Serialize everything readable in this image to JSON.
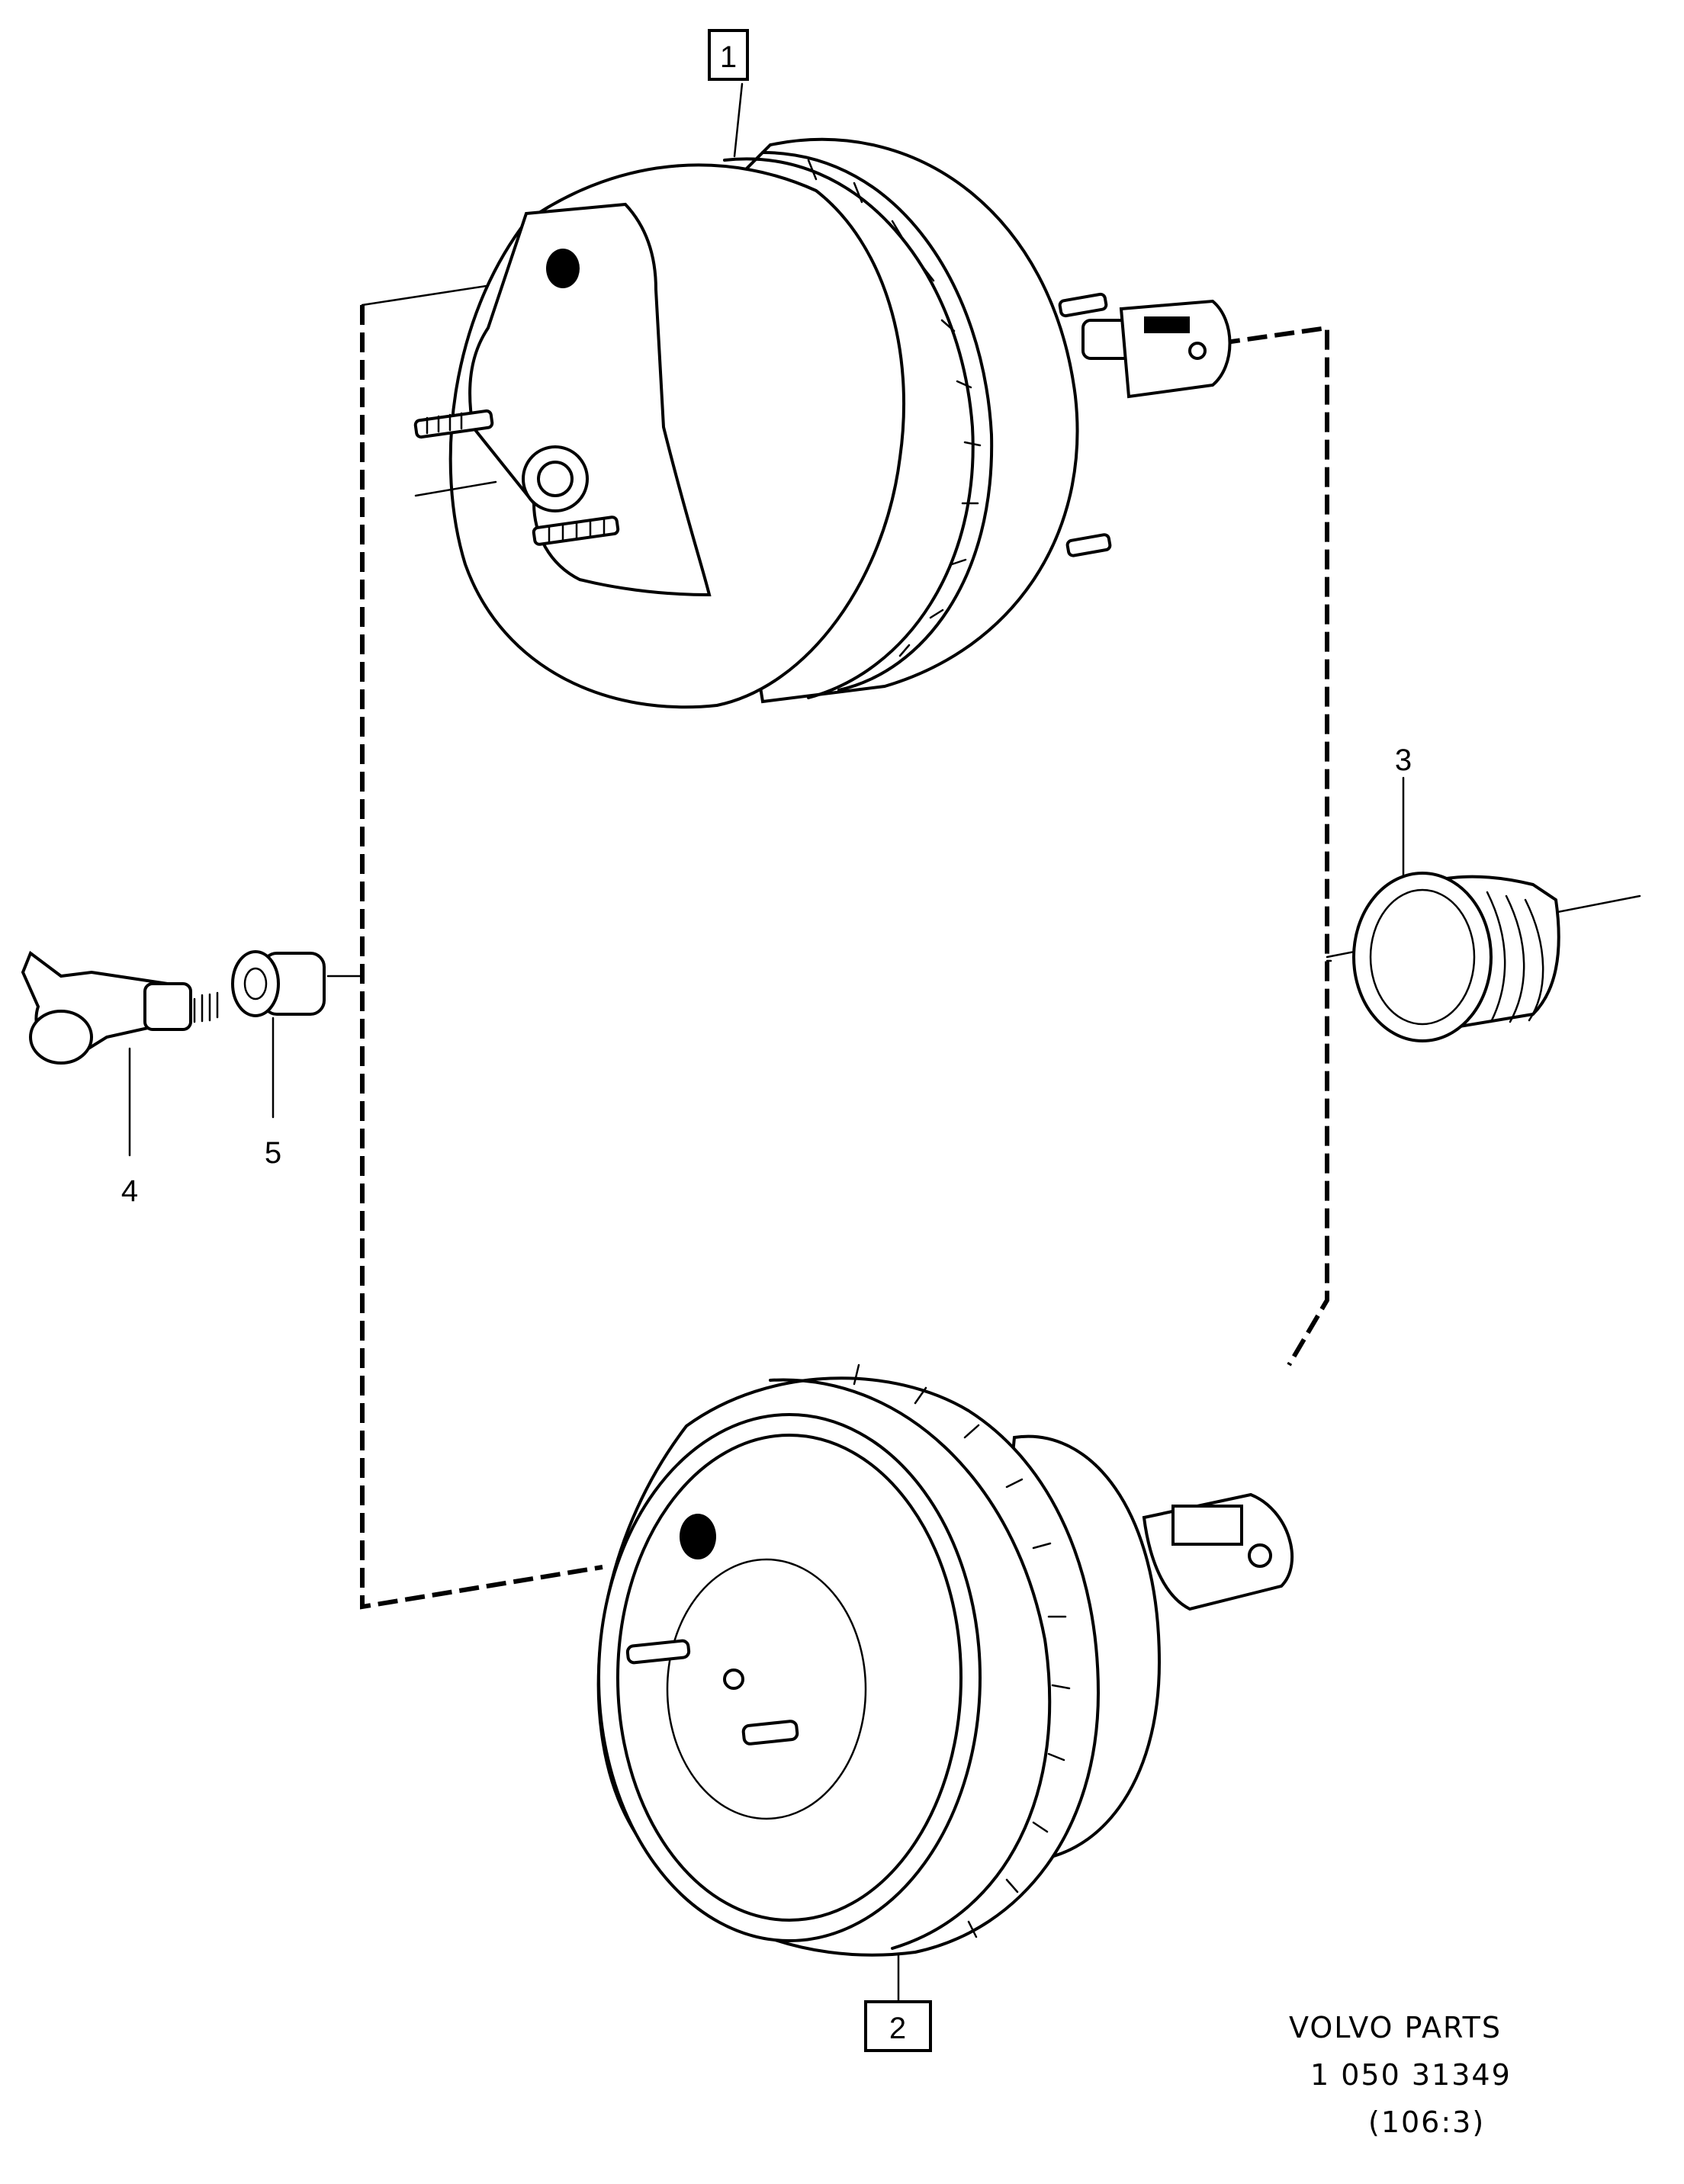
{
  "callouts": {
    "c1": "1",
    "c2": "2",
    "c3": "3",
    "c4": "4",
    "c5": "5"
  },
  "footer": {
    "line1": "VOLVO PARTS",
    "line2": "1 050 31349",
    "line3": "(106:3)"
  },
  "parts": [
    {
      "callout": "1",
      "icon": "brake-booster-icon"
    },
    {
      "callout": "2",
      "icon": "brake-booster-icon"
    },
    {
      "callout": "3",
      "icon": "rubber-seal-icon"
    },
    {
      "callout": "4",
      "icon": "check-valve-icon"
    },
    {
      "callout": "5",
      "icon": "grommet-icon"
    }
  ]
}
